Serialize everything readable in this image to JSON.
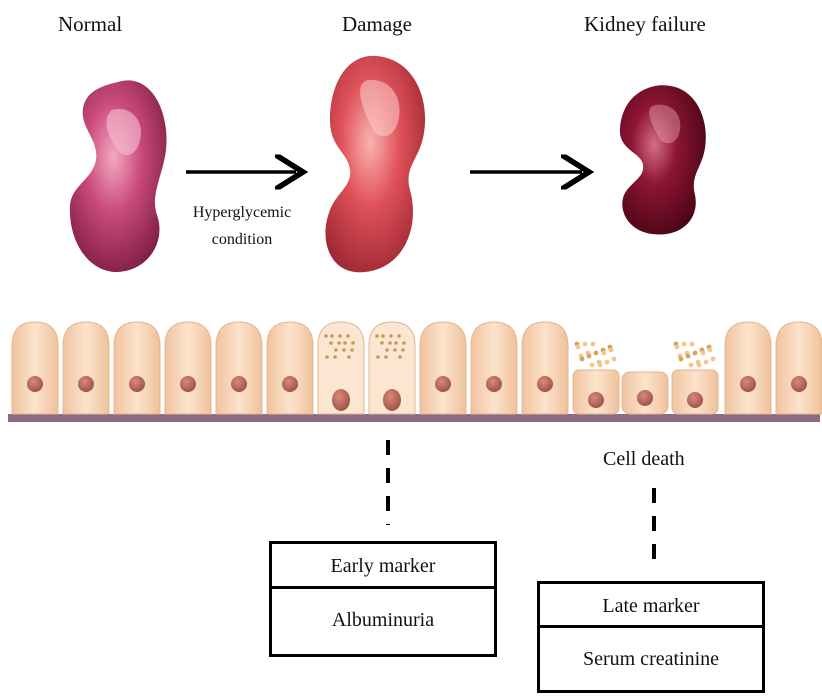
{
  "stages": {
    "normal": "Normal",
    "damage": "Damage",
    "failure": "Kidney failure"
  },
  "condition": [
    "Hyperglycemic",
    "condition"
  ],
  "cell_death_label": "Cell death",
  "early_marker": {
    "title": "Early marker",
    "value": "Albuminuria"
  },
  "late_marker": {
    "title": "Late marker",
    "value": "Serum creatinine"
  },
  "colors": {
    "kidney_normal": "#b83a6a",
    "kidney_damage": "#d64a52",
    "kidney_failure": "#7a0d2a",
    "cell_body": "#f6d2b0",
    "nucleus": "#b9685a",
    "membrane": "#8b6a86"
  }
}
